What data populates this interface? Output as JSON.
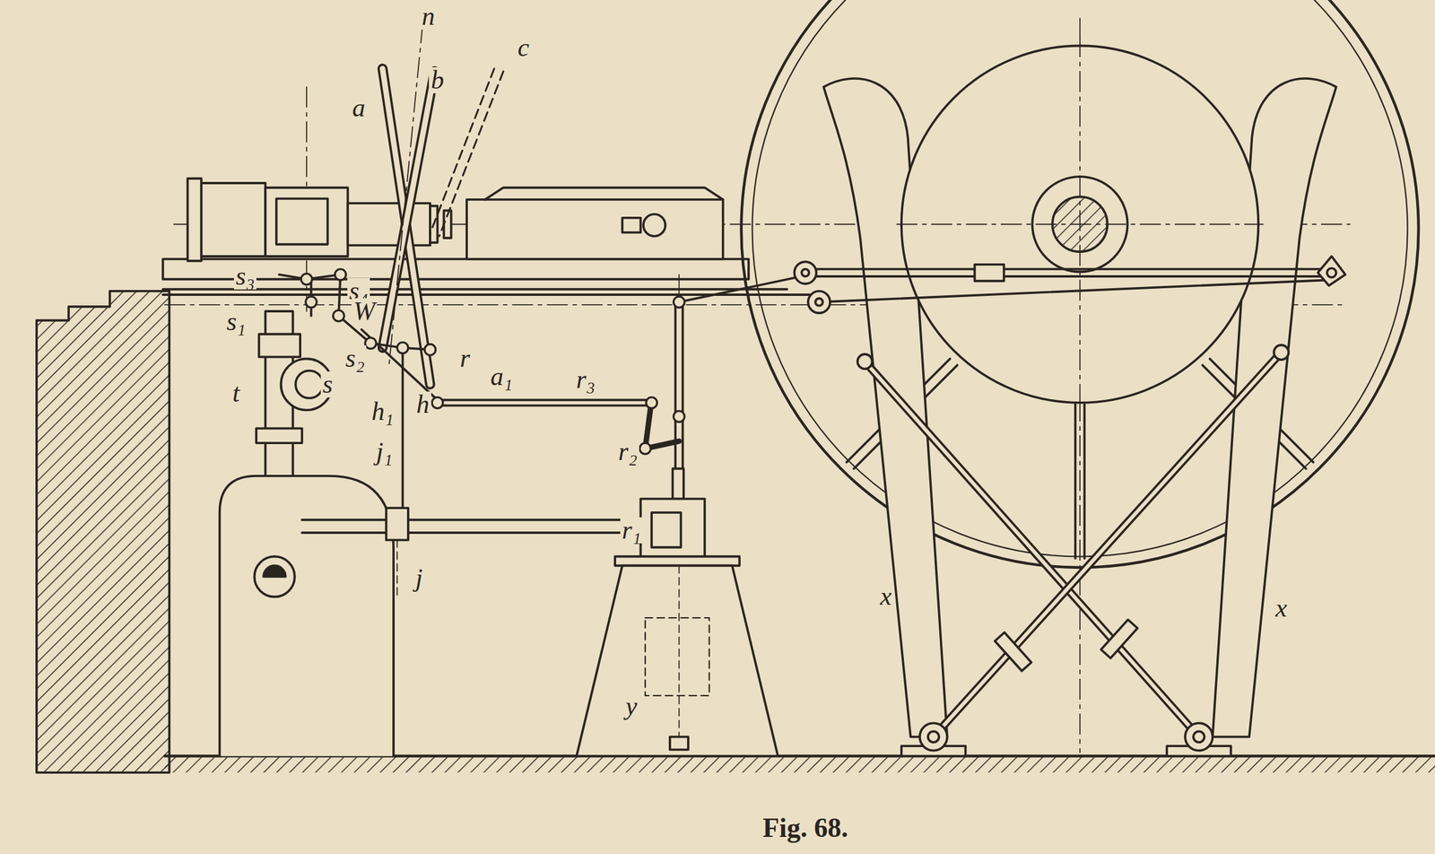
{
  "diagram": {
    "caption": "Fig. 68.",
    "labels": [
      "n",
      "a",
      "b",
      "c",
      "s₃",
      "s₄",
      "s₁",
      "W",
      "s₂",
      "s",
      "h₁",
      "h",
      "r",
      "a₁",
      "r₃",
      "t",
      "j₁",
      "j",
      "r₂",
      "r₁",
      "y",
      "x",
      "x"
    ]
  }
}
